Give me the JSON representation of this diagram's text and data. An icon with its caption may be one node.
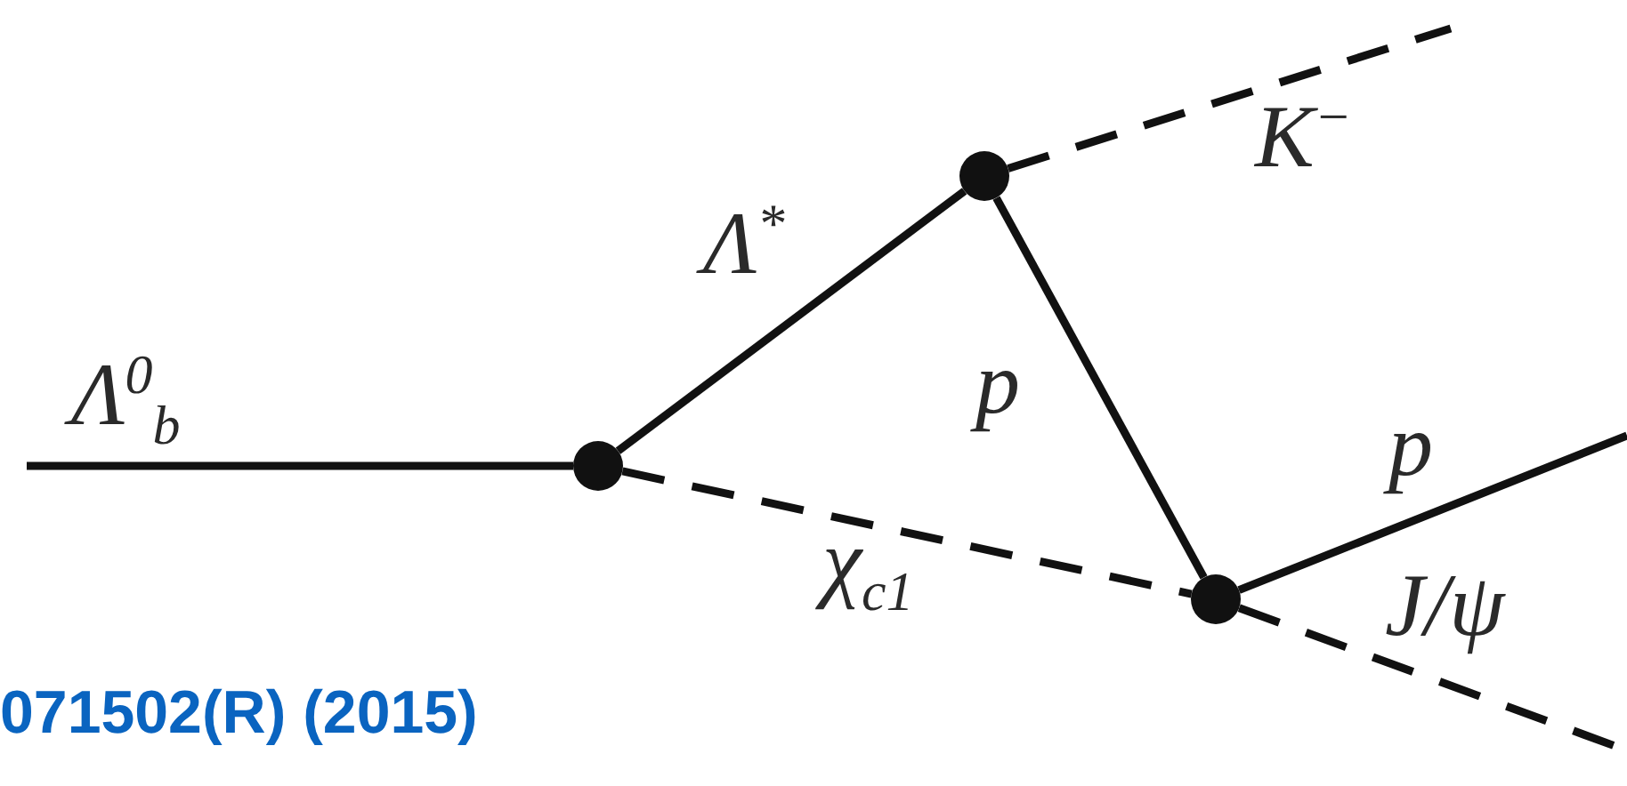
{
  "diagram": {
    "nodes": [
      {
        "text": [],
        "shape": "circle"
      },
      {
        "text": [],
        "shape": "circle"
      },
      {
        "text": [],
        "shape": "circle"
      }
    ],
    "edges": [
      {
        "from": null,
        "to": 0,
        "arrow": "none",
        "label": "Λ$^{0}$$_{b}$"
      },
      {
        "from": 0,
        "to": 1,
        "arrow": "none",
        "label": "Λ$^{*}$"
      },
      {
        "from": 1,
        "to": null,
        "arrow": "none",
        "label": "K$^{−}$",
        "style": "dashed"
      },
      {
        "from": 1,
        "to": 2,
        "arrow": "none",
        "label": "p"
      },
      {
        "from": 0,
        "to": 2,
        "arrow": "none",
        "label": "χ$_{c1}$",
        "style": "dashed"
      },
      {
        "from": 2,
        "to": null,
        "arrow": "none",
        "label": "p"
      },
      {
        "from": 2,
        "to": null,
        "arrow": "none",
        "label": "J/ψ",
        "style": "dashed"
      }
    ],
    "labels": [
      "071502(R) (2015)"
    ]
  }
}
